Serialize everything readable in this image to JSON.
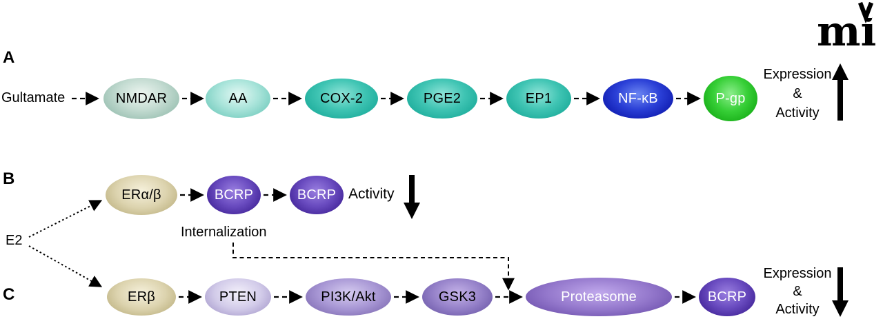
{
  "logo": {
    "text": "mi"
  },
  "palette": {
    "teal_pale": "#c3dbd1",
    "aqua": "#a9e4da",
    "teal": "#2bbcab",
    "blue": "#1c2fd0",
    "green": "#22c522",
    "beige": "#dcd3ae",
    "purple_dark": "#5236a8",
    "lavender": "#d2cbe9",
    "purple_mid": "#a796d4",
    "purple": "#9480c8",
    "arrow": "#000000"
  },
  "panelA": {
    "label": "A",
    "source": "Gultamate",
    "nodes": [
      {
        "label": "NMDAR"
      },
      {
        "label": "AA"
      },
      {
        "label": "COX-2"
      },
      {
        "label": "PGE2"
      },
      {
        "label": "EP1"
      },
      {
        "label": "NF-κB"
      },
      {
        "label": "P-gp"
      }
    ],
    "outcome": {
      "line1": "Expression",
      "line2": "&",
      "line3": "Activity",
      "direction": "up"
    }
  },
  "panelB": {
    "label": "B",
    "source": "E2",
    "nodes": [
      {
        "label": "ERα/β"
      },
      {
        "label": "BCRP"
      },
      {
        "label": "BCRP"
      }
    ],
    "activity": {
      "label": "Activity",
      "direction": "down"
    },
    "internalization": "Internalization"
  },
  "panelC": {
    "label": "C",
    "nodes": [
      {
        "label": "ERβ"
      },
      {
        "label": "PTEN"
      },
      {
        "label": "PI3K/Akt"
      },
      {
        "label": "GSK3"
      },
      {
        "label": "Proteasome"
      },
      {
        "label": "BCRP"
      }
    ],
    "outcome": {
      "line1": "Expression",
      "line2": "&",
      "line3": "Activity",
      "direction": "down"
    }
  }
}
